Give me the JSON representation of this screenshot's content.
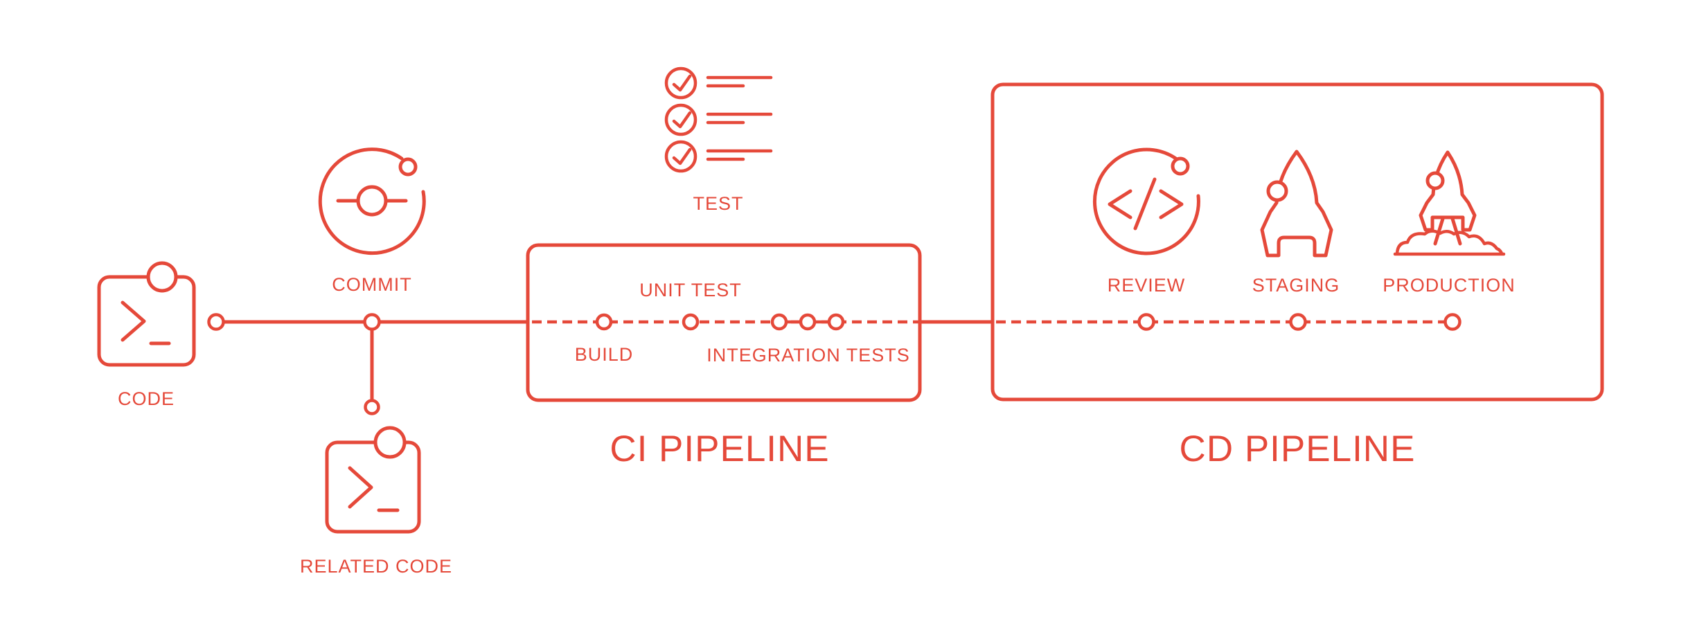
{
  "diagram": {
    "title_semantic": "CI/CD pipeline flow diagram",
    "accent_color": "#E5493A",
    "background_color": "#ffffff",
    "stages": {
      "code": "CODE",
      "commit": "COMMIT",
      "related_code": "RELATED CODE",
      "test": "TEST",
      "build": "BUILD",
      "unit_test": "UNIT TEST",
      "integration_tests": "INTEGRATION TESTS",
      "review": "REVIEW",
      "staging": "STAGING",
      "production": "PRODUCTION"
    },
    "sections": {
      "ci": "CI PIPELINE",
      "cd": "CD PIPELINE"
    }
  }
}
